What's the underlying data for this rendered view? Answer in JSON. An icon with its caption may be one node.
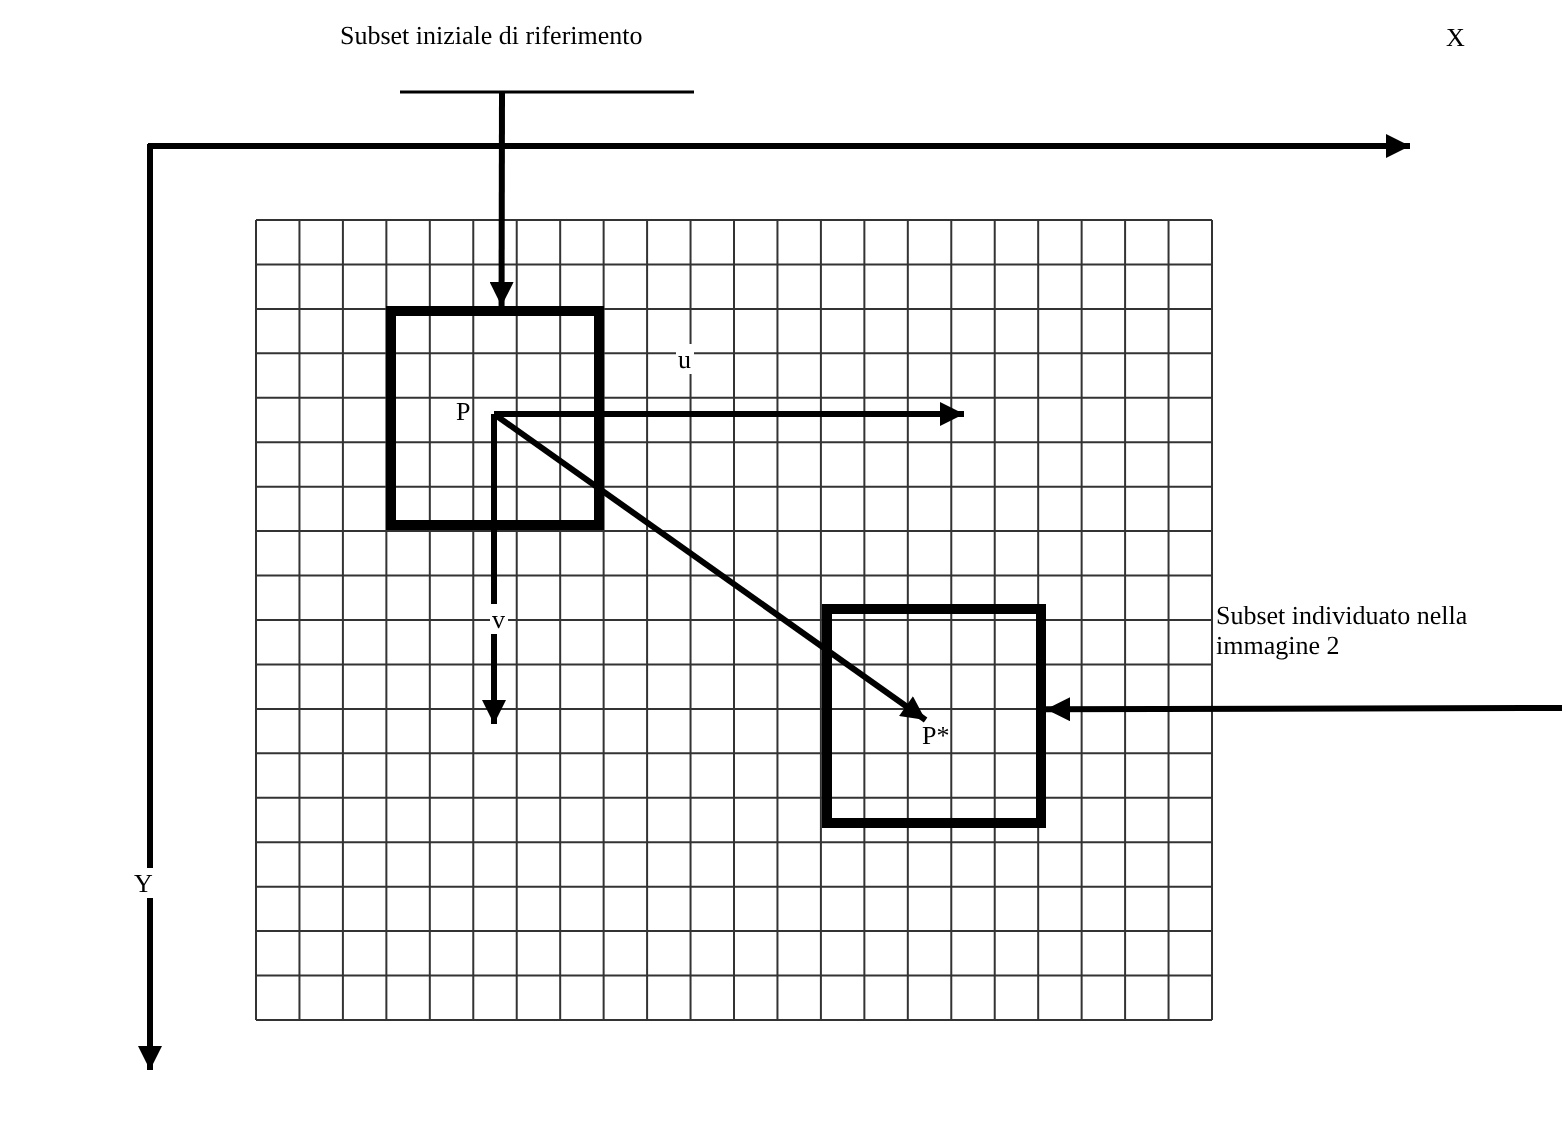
{
  "diagram": {
    "nodes": [
      {
        "text": [
          "Subset iniziale di riferimento"
        ]
      },
      {
        "text": [],
        "shape": "box"
      },
      {
        "text": [
          "P"
        ],
        "in": 1
      },
      {
        "text": [],
        "shape": "box"
      },
      {
        "text": [
          "P*"
        ],
        "in": 3
      }
    ],
    "edges": [
      {
        "from": 0,
        "to": 1,
        "arrow": "to"
      },
      {
        "from": 2,
        "to": null,
        "arrow": "to",
        "label": "u"
      },
      {
        "from": 2,
        "to": null,
        "arrow": "to",
        "label": "v"
      },
      {
        "from": 2,
        "to": 4,
        "arrow": "to"
      },
      {
        "from": null,
        "to": 3,
        "arrow": "to"
      }
    ],
    "labels": [
      "X",
      "Subset individuato nella immagine 2",
      "Y"
    ]
  }
}
